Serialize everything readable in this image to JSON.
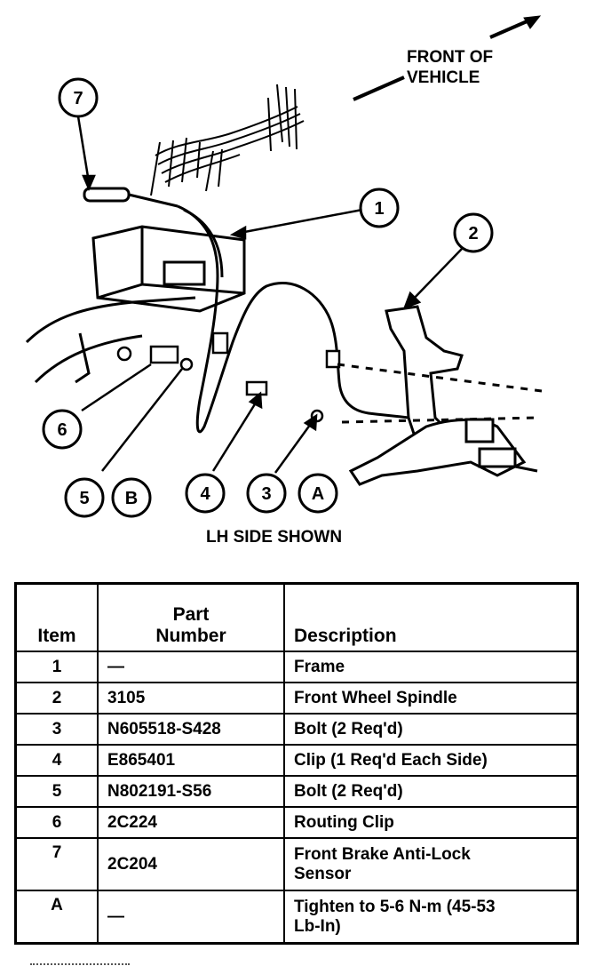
{
  "diagram": {
    "direction_label_line1": "FRONT OF",
    "direction_label_line2": "VEHICLE",
    "caption": "LH SIDE SHOWN",
    "callouts": [
      "7",
      "1",
      "2",
      "6",
      "5",
      "B",
      "4",
      "3",
      "A"
    ]
  },
  "table": {
    "headers": {
      "item": "Item",
      "part_line1": "Part",
      "part_line2": "Number",
      "description": "Description"
    },
    "rows": [
      {
        "item": "1",
        "part": "—",
        "desc": "Frame"
      },
      {
        "item": "2",
        "part": "3105",
        "desc": "Front Wheel Spindle"
      },
      {
        "item": "3",
        "part": "N605518-S428",
        "desc": "Bolt (2 Req'd)"
      },
      {
        "item": "4",
        "part": "E865401",
        "desc": "Clip (1 Req'd Each Side)"
      },
      {
        "item": "5",
        "part": "N802191-S56",
        "desc": "Bolt (2 Req'd)"
      },
      {
        "item": "6",
        "part": "2C224",
        "desc": "Routing Clip"
      },
      {
        "item": "7",
        "part": "2C204",
        "desc_line1": "Front Brake Anti-Lock",
        "desc_line2": "Sensor"
      },
      {
        "item": "A",
        "part": "—",
        "desc_line1": "Tighten to 5-6 N-m (45-53",
        "desc_line2": "Lb-In)"
      }
    ]
  }
}
